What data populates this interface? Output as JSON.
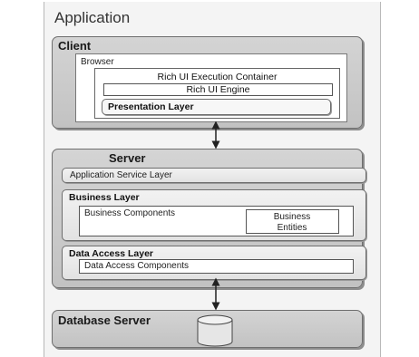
{
  "title": "Application",
  "client": {
    "label": "Client",
    "browser_label": "Browser",
    "container_label": "Rich UI Execution Container",
    "engine_label": "Rich UI Engine",
    "presentation_label": "Presentation Layer"
  },
  "server": {
    "label": "Server",
    "app_service_label": "Application Service Layer",
    "business": {
      "label": "Business Layer",
      "components_label": "Business Components",
      "entities_label": "Business Entities"
    },
    "data_access": {
      "label": "Data Access Layer",
      "components_label": "Data Access Components"
    }
  },
  "database": {
    "label": "Database Server"
  }
}
